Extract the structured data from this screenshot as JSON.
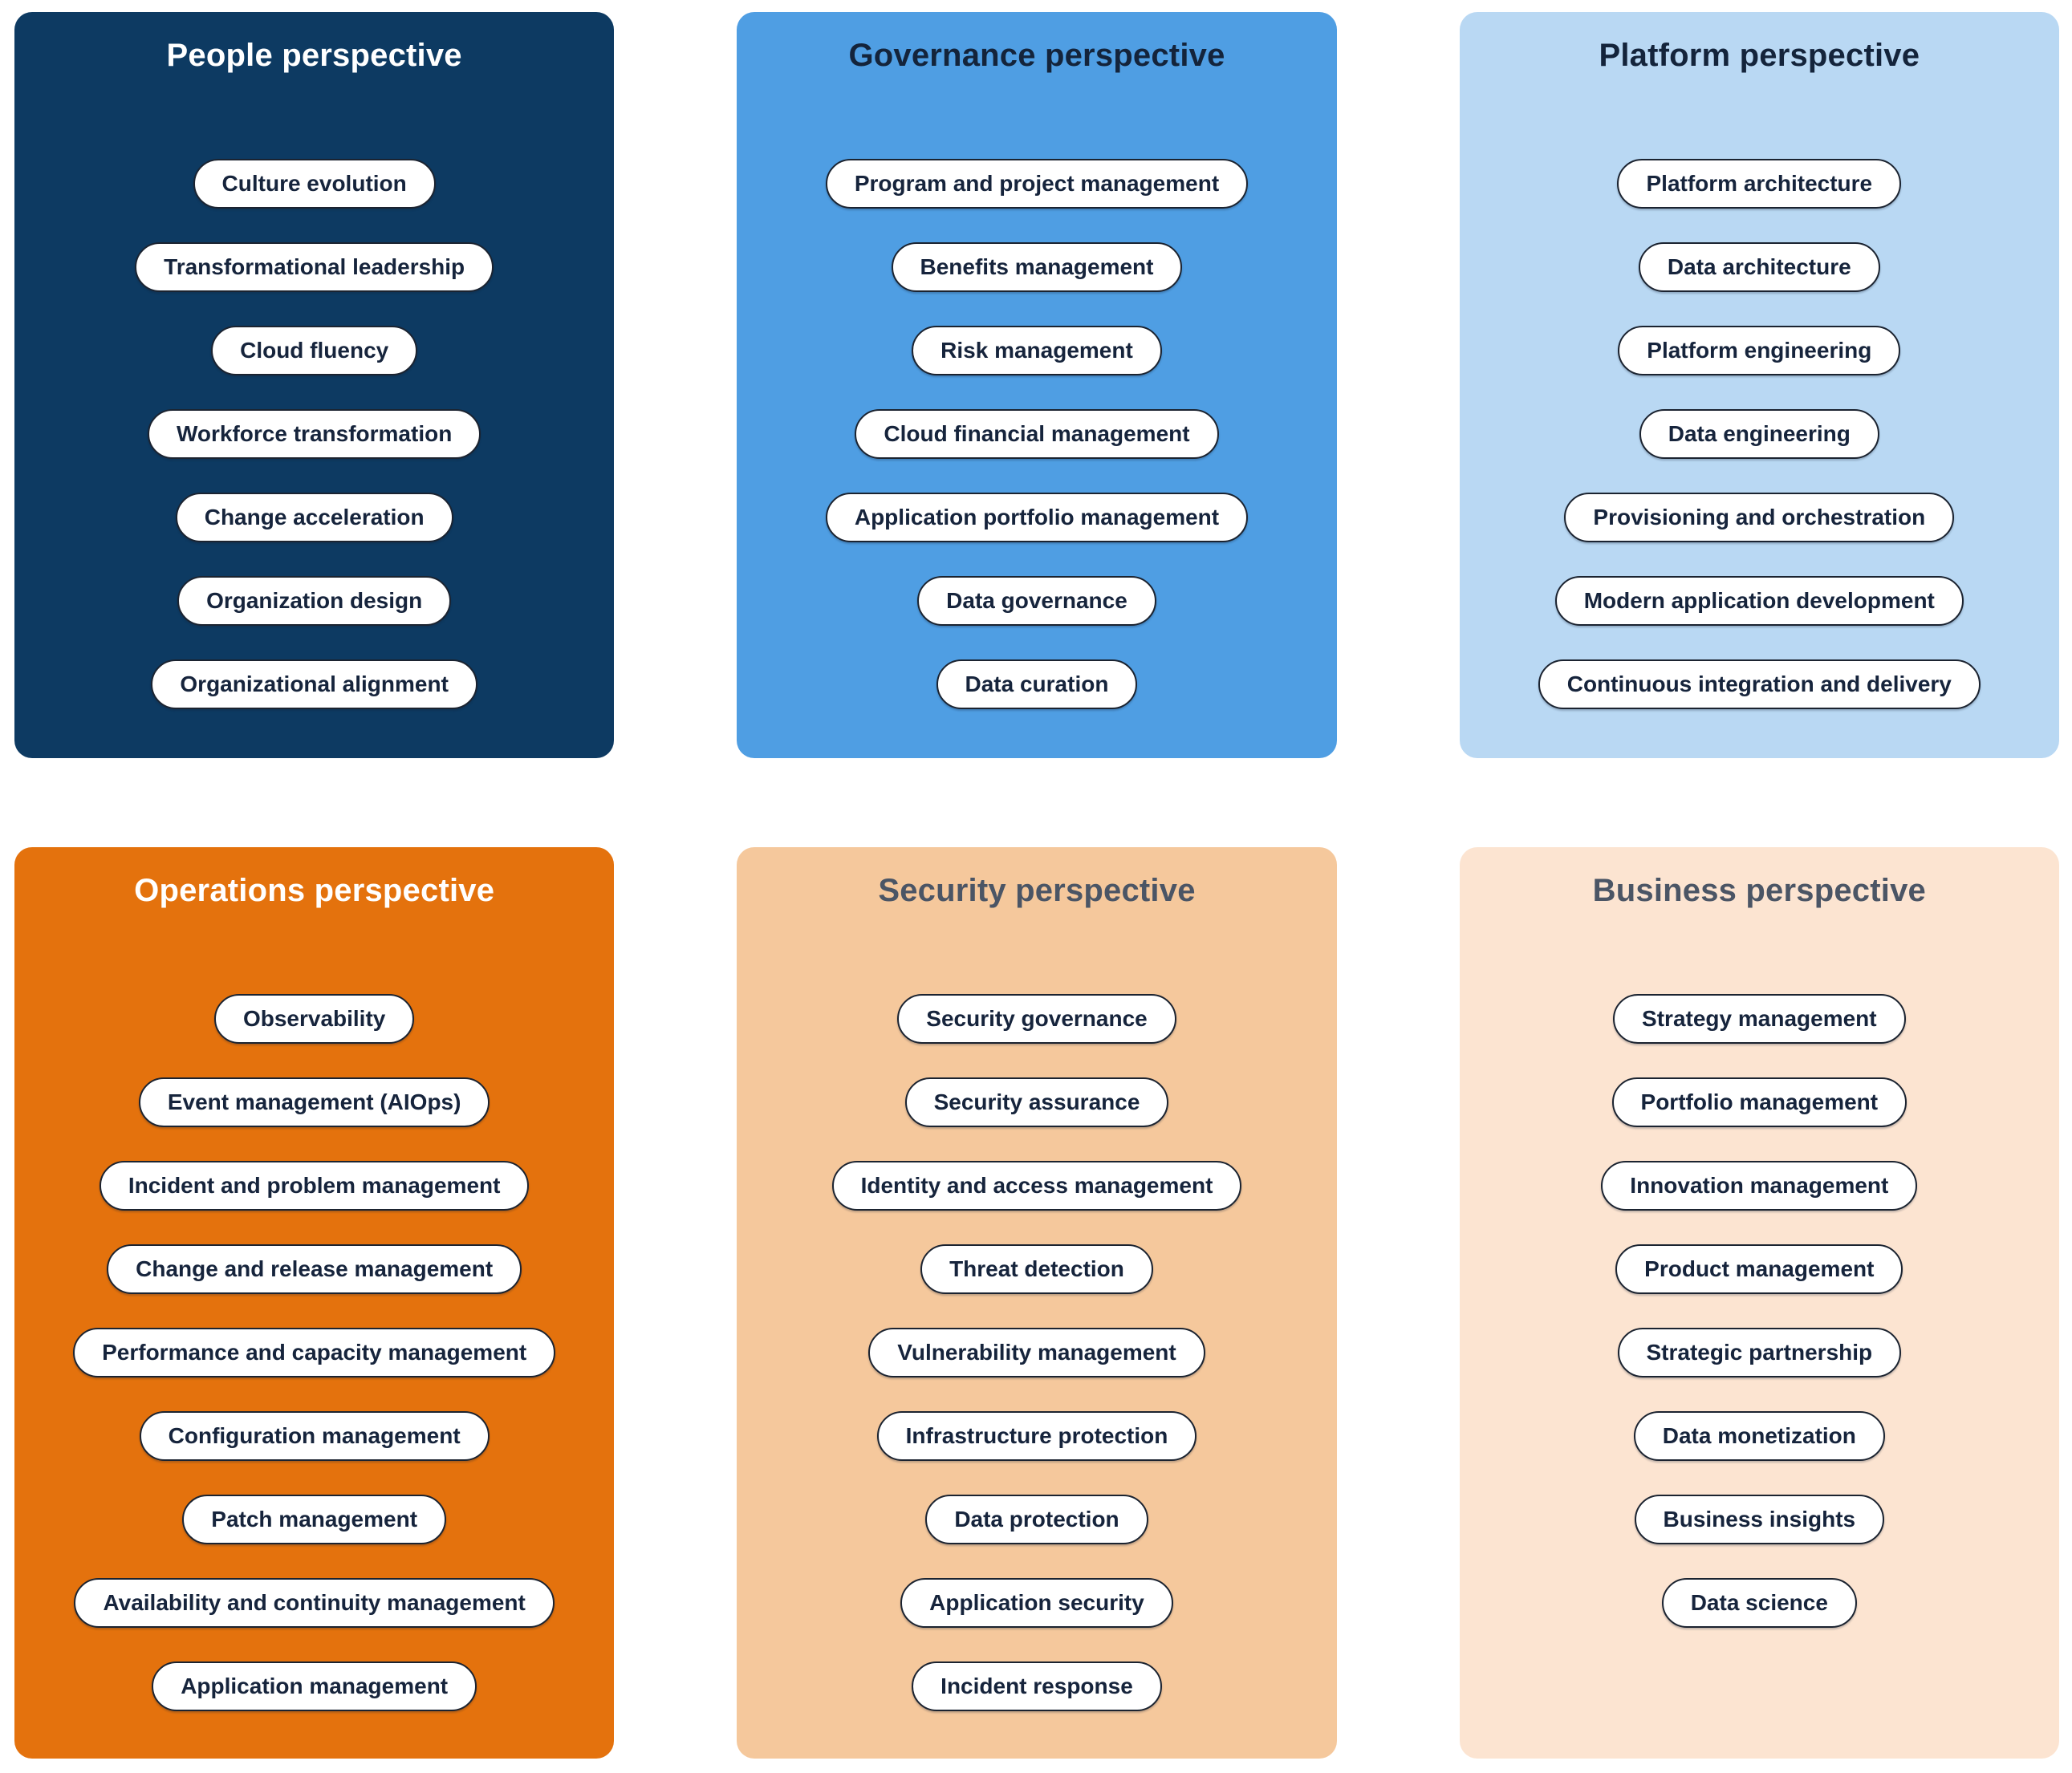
{
  "diagram": {
    "colors": {
      "page_bg": "#ffffff",
      "people_bg": "#0d3a62",
      "governance_bg": "#4f9ee3",
      "platform_bg": "#b9d8f3",
      "operations_bg": "#e4720d",
      "security_bg": "#f5c89c",
      "business_bg": "#fce4d1",
      "pill_bg": "#ffffff",
      "pill_border": "#1b2330",
      "pill_text": "#16243c",
      "title_light": "#ffffff",
      "title_dark": "#14243b",
      "title_slate": "#4b5565"
    },
    "panels": [
      {
        "key": "people",
        "title": "People perspective",
        "items": [
          "Culture evolution",
          "Transformational leadership",
          "Cloud fluency",
          "Workforce transformation",
          "Change acceleration",
          "Organization design",
          "Organizational alignment"
        ]
      },
      {
        "key": "governance",
        "title": "Governance perspective",
        "items": [
          "Program and project management",
          "Benefits management",
          "Risk management",
          "Cloud financial management",
          "Application portfolio management",
          "Data governance",
          "Data curation"
        ]
      },
      {
        "key": "platform",
        "title": "Platform perspective",
        "items": [
          "Platform architecture",
          "Data architecture",
          "Platform engineering",
          "Data engineering",
          "Provisioning and orchestration",
          "Modern application development",
          "Continuous integration and delivery"
        ]
      },
      {
        "key": "operations",
        "title": "Operations perspective",
        "items": [
          "Observability",
          "Event management (AIOps)",
          "Incident and problem management",
          "Change and release management",
          "Performance and capacity management",
          "Configuration management",
          "Patch management",
          "Availability and continuity management",
          "Application management"
        ]
      },
      {
        "key": "security",
        "title": "Security perspective",
        "items": [
          "Security governance",
          "Security assurance",
          "Identity and access management",
          "Threat detection",
          "Vulnerability management",
          "Infrastructure protection",
          "Data protection",
          "Application security",
          "Incident response"
        ]
      },
      {
        "key": "business",
        "title": "Business perspective",
        "items": [
          "Strategy management",
          "Portfolio management",
          "Innovation management",
          "Product management",
          "Strategic partnership",
          "Data monetization",
          "Business insights",
          "Data science"
        ]
      }
    ]
  }
}
